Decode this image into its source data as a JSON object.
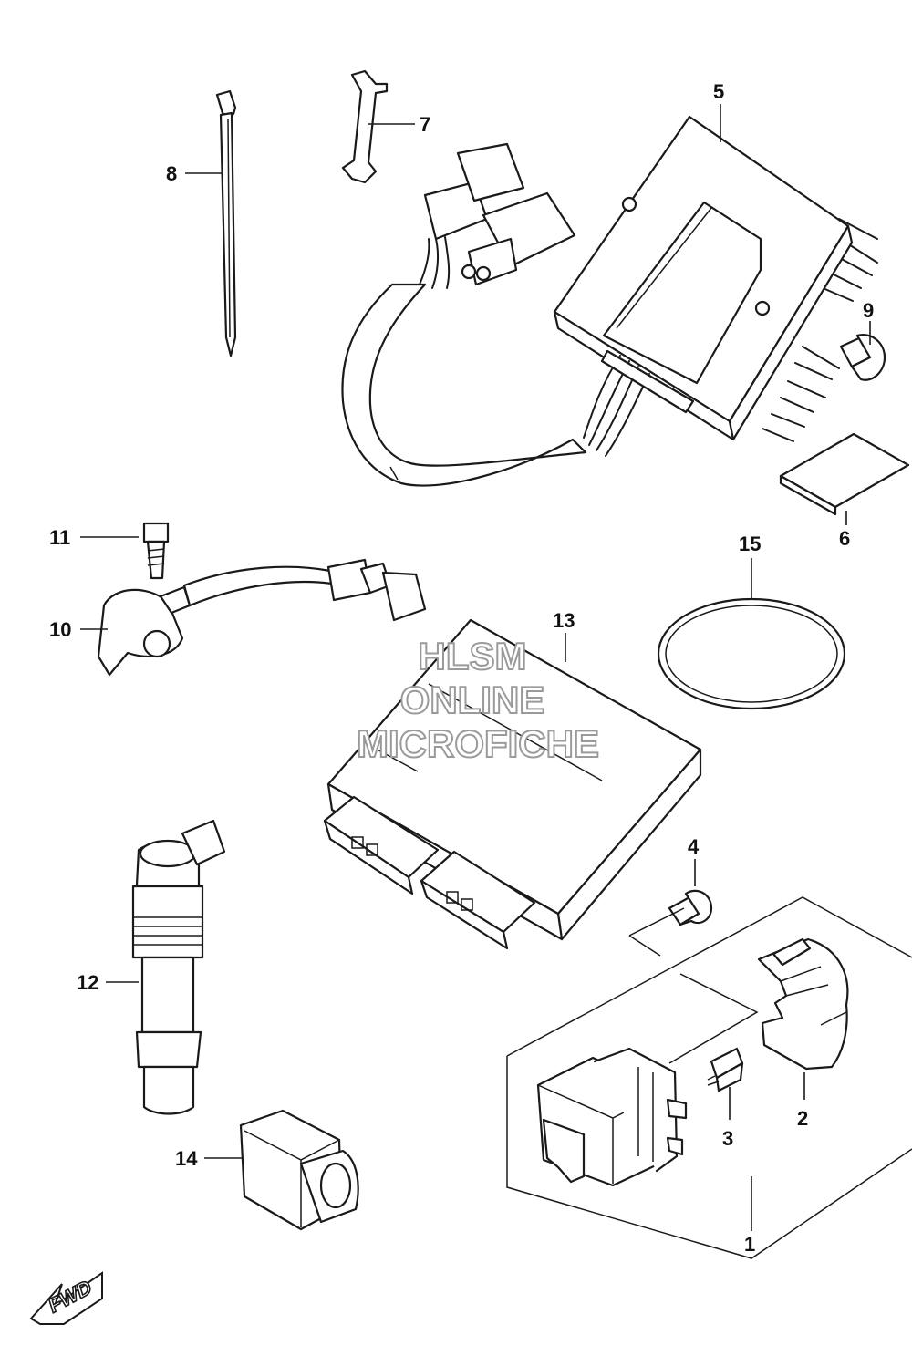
{
  "diagram": {
    "callouts": {
      "c1": "1",
      "c2": "2",
      "c3": "3",
      "c4": "4",
      "c5": "5",
      "c6": "6",
      "c7": "7",
      "c8": "8",
      "c9": "9",
      "c10": "10",
      "c11": "11",
      "c12": "12",
      "c13": "13",
      "c14": "14",
      "c15": "15"
    },
    "watermark": {
      "line1": "HLSM",
      "line2": "ONLINE",
      "line3": "MICROFICHE"
    },
    "direction_marker": "FWD"
  }
}
